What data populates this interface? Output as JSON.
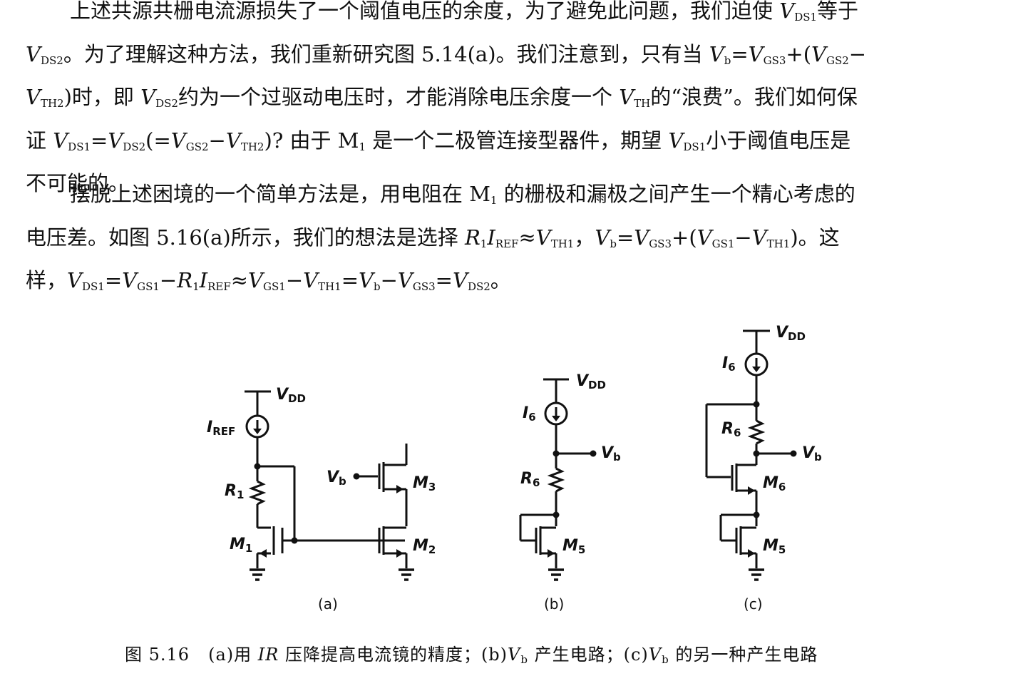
{
  "paragraph1": {
    "lines": [
      [
        {
          "t": "上述共源共栅电流源损失了一个阈值电压的余度，为了避免此问题，我们迫使 "
        },
        {
          "v": "V",
          "s": "DS1"
        },
        {
          "t": "等于"
        }
      ],
      [
        {
          "v": "V",
          "s": "DS2"
        },
        {
          "t": "。为了理解这种方法，我们重新研究图 5.14(a)。我们注意到，只有当 "
        },
        {
          "v": "V",
          "s": "b"
        },
        {
          "t": "="
        },
        {
          "v": "V",
          "s": "GS3"
        },
        {
          "t": "+("
        },
        {
          "v": "V",
          "s": "GS2"
        },
        {
          "t": "−"
        }
      ],
      [
        {
          "v": "V",
          "s": "TH2"
        },
        {
          "t": ")时，即 "
        },
        {
          "v": "V",
          "s": "DS2"
        },
        {
          "t": "约为一个过驱动电压时，才能消除电压余度一个 "
        },
        {
          "v": "V",
          "s": "TH"
        },
        {
          "t": "的“浪费”。我们如何保"
        }
      ],
      [
        {
          "t": "证 "
        },
        {
          "v": "V",
          "s": "DS1"
        },
        {
          "t": "="
        },
        {
          "v": "V",
          "s": "DS2"
        },
        {
          "t": "(="
        },
        {
          "v": "V",
          "s": "GS2"
        },
        {
          "t": "−"
        },
        {
          "v": "V",
          "s": "TH2"
        },
        {
          "t": ")? 由于 M"
        },
        {
          "ns": "1"
        },
        {
          "t": " 是一个二极管连接型器件，期望 "
        },
        {
          "v": "V",
          "s": "DS1"
        },
        {
          "t": "小于阈值电压是"
        }
      ],
      [
        {
          "t": "不可能的。"
        }
      ]
    ]
  },
  "paragraph2": {
    "lines": [
      [
        {
          "t": "摆脱上述困境的一个简单方法是，用电阻在 M"
        },
        {
          "ns": "1"
        },
        {
          "t": " 的栅极和漏极之间产生一个精心考虑的"
        }
      ],
      [
        {
          "t": "电压差。如图 5.16(a)所示，我们的想法是选择 "
        },
        {
          "v": "R",
          "s": "1"
        },
        {
          "v": "I",
          "s": "REF"
        },
        {
          "t": "≈"
        },
        {
          "v": "V",
          "s": "TH1"
        },
        {
          "t": "，"
        },
        {
          "v": "V",
          "s": "b"
        },
        {
          "t": "="
        },
        {
          "v": "V",
          "s": "GS3"
        },
        {
          "t": "+("
        },
        {
          "v": "V",
          "s": "GS1"
        },
        {
          "t": "−"
        },
        {
          "v": "V",
          "s": "TH1"
        },
        {
          "t": ")。这"
        }
      ],
      [
        {
          "t": "样，"
        },
        {
          "v": "V",
          "s": "DS1"
        },
        {
          "t": "="
        },
        {
          "v": "V",
          "s": "GS1"
        },
        {
          "t": "−"
        },
        {
          "v": "R",
          "s": "1"
        },
        {
          "v": "I",
          "s": "REF"
        },
        {
          "t": "≈"
        },
        {
          "v": "V",
          "s": "GS1"
        },
        {
          "t": "−"
        },
        {
          "v": "V",
          "s": "TH1"
        },
        {
          "t": "="
        },
        {
          "v": "V",
          "s": "b"
        },
        {
          "t": "−"
        },
        {
          "v": "V",
          "s": "GS3"
        },
        {
          "t": "="
        },
        {
          "v": "V",
          "s": "DS2"
        },
        {
          "t": "。"
        }
      ]
    ]
  },
  "figure": {
    "a": {
      "vdd": {
        "main": "V",
        "sub": "DD"
      },
      "iref": {
        "main": "I",
        "sub": "REF"
      },
      "r1": {
        "main": "R",
        "sub": "1"
      },
      "vb": {
        "main": "V",
        "sub": "b"
      },
      "m1": {
        "main": "M",
        "sub": "1"
      },
      "m2": {
        "main": "M",
        "sub": "2"
      },
      "m3": {
        "main": "M",
        "sub": "3"
      },
      "label": "(a)"
    },
    "b": {
      "vdd": {
        "main": "V",
        "sub": "DD"
      },
      "i6": {
        "main": "I",
        "sub": "6"
      },
      "vb": {
        "main": "V",
        "sub": "b"
      },
      "r6": {
        "main": "R",
        "sub": "6"
      },
      "m5": {
        "main": "M",
        "sub": "5"
      },
      "label": "(b)"
    },
    "c": {
      "vdd": {
        "main": "V",
        "sub": "DD"
      },
      "i6": {
        "main": "I",
        "sub": "6"
      },
      "r6": {
        "main": "R",
        "sub": "6"
      },
      "vb": {
        "main": "V",
        "sub": "b"
      },
      "m6": {
        "main": "M",
        "sub": "6"
      },
      "m5": {
        "main": "M",
        "sub": "5"
      },
      "label": "(c)"
    }
  },
  "caption": {
    "number": "图 5.16",
    "parts": [
      {
        "t": "(a)用 "
      },
      {
        "it": "IR"
      },
      {
        "t": " 压降提高电流镜的精度；(b)"
      },
      {
        "v": "V",
        "s": "b"
      },
      {
        "t": " 产生电路；(c)"
      },
      {
        "v": "V",
        "s": "b"
      },
      {
        "t": " 的另一种产生电路"
      }
    ]
  }
}
